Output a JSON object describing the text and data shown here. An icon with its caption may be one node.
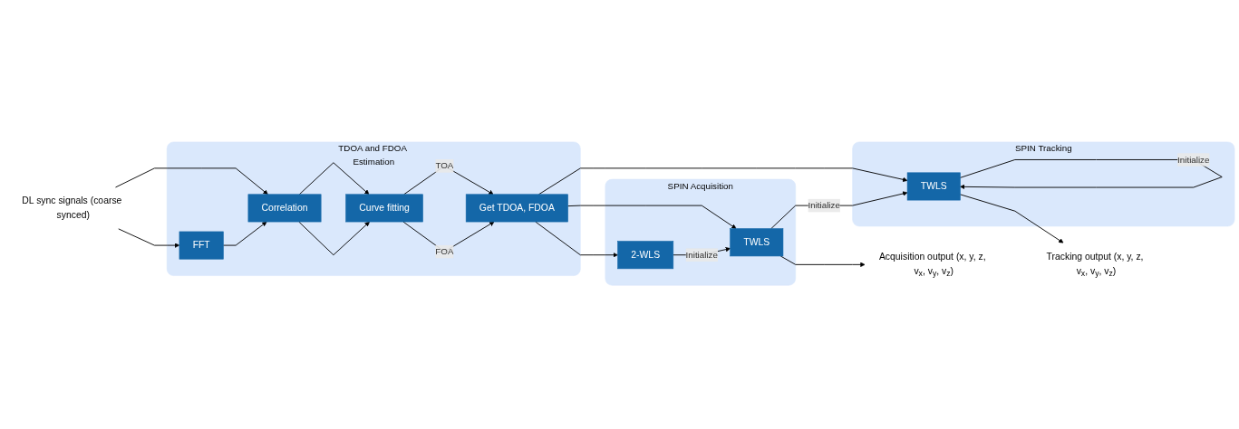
{
  "diagram": {
    "nodes": [
      {
        "text": [
          "DL sync signals (coarse synced)"
        ]
      },
      {
        "text": [
          "TDOA and FDOA Estimation"
        ]
      },
      {
        "text": [
          "FFT"
        ],
        "in": 1
      },
      {
        "text": [
          "Correlation"
        ],
        "in": 1
      },
      {
        "text": [
          "Curve fitting"
        ],
        "in": 1
      },
      {
        "text": [
          "Get TDOA, FDOA"
        ],
        "in": 1
      },
      {
        "text": [
          "SPIN Acquisition"
        ]
      },
      {
        "text": [
          "2-WLS"
        ],
        "in": 6
      },
      {
        "text": [
          "TWLS"
        ],
        "in": 6
      },
      {
        "text": [
          "Acquisition output (x, y, z, v$_{x}$, v$_{y}$, v$_{z}$)"
        ]
      },
      {
        "text": [
          "SPIN Tracking"
        ]
      },
      {
        "text": [
          "TWLS"
        ],
        "in": 10
      },
      {
        "text": [
          "Tracking output (x, y, z, v$_{x}$, v$_{y}$, v$_{z}$)"
        ]
      }
    ],
    "edges": [
      {
        "from": 0,
        "to": 3,
        "arrow": "to"
      },
      {
        "from": 0,
        "to": 2,
        "arrow": "to"
      },
      {
        "from": 2,
        "to": 3,
        "arrow": "to"
      },
      {
        "from": 3,
        "to": 4,
        "arrow": "to"
      },
      {
        "from": 3,
        "to": 4,
        "arrow": "to"
      },
      {
        "from": 4,
        "to": 5,
        "label": "TOA",
        "arrow": "to"
      },
      {
        "from": 4,
        "to": 5,
        "label": "FOA",
        "arrow": "to"
      },
      {
        "from": 5,
        "to": 7,
        "arrow": "to"
      },
      {
        "from": 5,
        "to": 8,
        "arrow": "to"
      },
      {
        "from": 5,
        "to": 11,
        "arrow": "to"
      },
      {
        "from": 7,
        "to": 8,
        "label": "Initialize",
        "arrow": "to"
      },
      {
        "from": 8,
        "to": 9,
        "arrow": "to"
      },
      {
        "from": 8,
        "to": 11,
        "label": "Initialize",
        "arrow": "to"
      },
      {
        "from": 11,
        "to": 12,
        "arrow": "to"
      },
      {
        "from": 11,
        "to": 11,
        "label": "Initialize",
        "arrow": "to"
      }
    ]
  }
}
